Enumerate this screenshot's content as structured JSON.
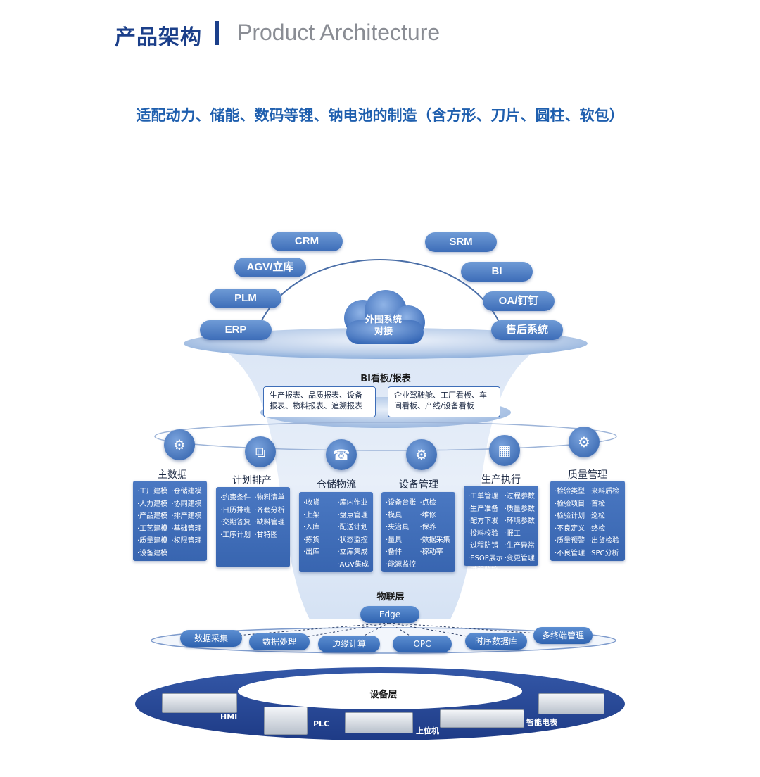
{
  "header": {
    "title_zh": "产品架构",
    "title_en": "Product Architecture"
  },
  "subtitle": "适配动力、储能、数码等锂、钠电池的制造（含方形、刀片、圆柱、软包）",
  "external": {
    "left_pills": [
      "CRM",
      "AGV/立库",
      "PLM",
      "ERP"
    ],
    "right_pills": [
      "SRM",
      "BI",
      "OA/钉钉",
      "售后系统"
    ],
    "cloud_label": "外围系统对接",
    "cloud_line1": "外围系统",
    "cloud_line2": "对接"
  },
  "bi": {
    "label": "BI看板/报表",
    "box_left": "生产报表、品质报表、设备报表、物料报表、追溯报表",
    "box_right": "企业驾驶舱、工厂看板、车间看板、产线/设备看板"
  },
  "modules": [
    {
      "title": "主数据",
      "icon": "gear-globe-icon",
      "items": [
        "·工厂建模",
        "·仓储建模",
        "·人力建模",
        "·协同建模",
        "·产品建模",
        "·排产建模",
        "·工艺建模",
        "·基础管理",
        "·质量建模",
        "·权限管理",
        "·设备建模"
      ]
    },
    {
      "title": "计划排产",
      "icon": "network-icon",
      "items": [
        "·约束条件",
        "·物料清单",
        "·日历排班",
        "·齐套分析",
        "·交期答复",
        "·缺料管理",
        "·工序计划",
        "·甘特图"
      ]
    },
    {
      "title": "仓储物流",
      "icon": "phone-gear-icon",
      "items": [
        "·收货",
        "·库内作业",
        "·上架",
        "·盘点管理",
        "·入库",
        "·配送计划",
        "·拣货",
        "·状态监控",
        "·出库",
        "·立库集成",
        "",
        "·AGV集成"
      ]
    },
    {
      "title": "设备管理",
      "icon": "camera-gear-icon",
      "items": [
        "·设备台账",
        "·点检",
        "·模具",
        "·维修",
        "·夹治具",
        "·保养",
        "·量具",
        "·数据采集",
        "·备件",
        "·稼动率",
        "·能源监控",
        ""
      ]
    },
    {
      "title": "生产执行",
      "icon": "factory-icon",
      "items": [
        "·工单管理",
        "·过程参数",
        "·生产准备",
        "·质量参数",
        "·配方下发",
        "·环境参数",
        "·投料校验",
        "·报工",
        "·过程防错",
        "·生产异常",
        "·ESOP展示",
        "·变更管理",
        "·过程监控",
        ""
      ]
    },
    {
      "title": "质量管理",
      "icon": "chart-gear-icon",
      "items": [
        "·检验类型",
        "·来料质检",
        "·检验项目",
        "·首检",
        "·检验计划",
        "·巡检",
        "·不良定义",
        "·终检",
        "·质量预警",
        "·出货检验",
        "·不良管理",
        "·SPC分析"
      ]
    }
  ],
  "iot": {
    "label": "物联层",
    "edge": "Edge",
    "pills": [
      "数据采集",
      "数据处理",
      "边缘计算",
      "OPC",
      "时序数据库",
      "多终端管理"
    ]
  },
  "equipment": {
    "label": "设备层",
    "items": [
      "HMI",
      "PLC",
      "上位机",
      "智能电表"
    ]
  },
  "colors": {
    "primary": "#1b3f8a",
    "accent": "#3d6db8",
    "subtitle": "#1f5fae"
  }
}
